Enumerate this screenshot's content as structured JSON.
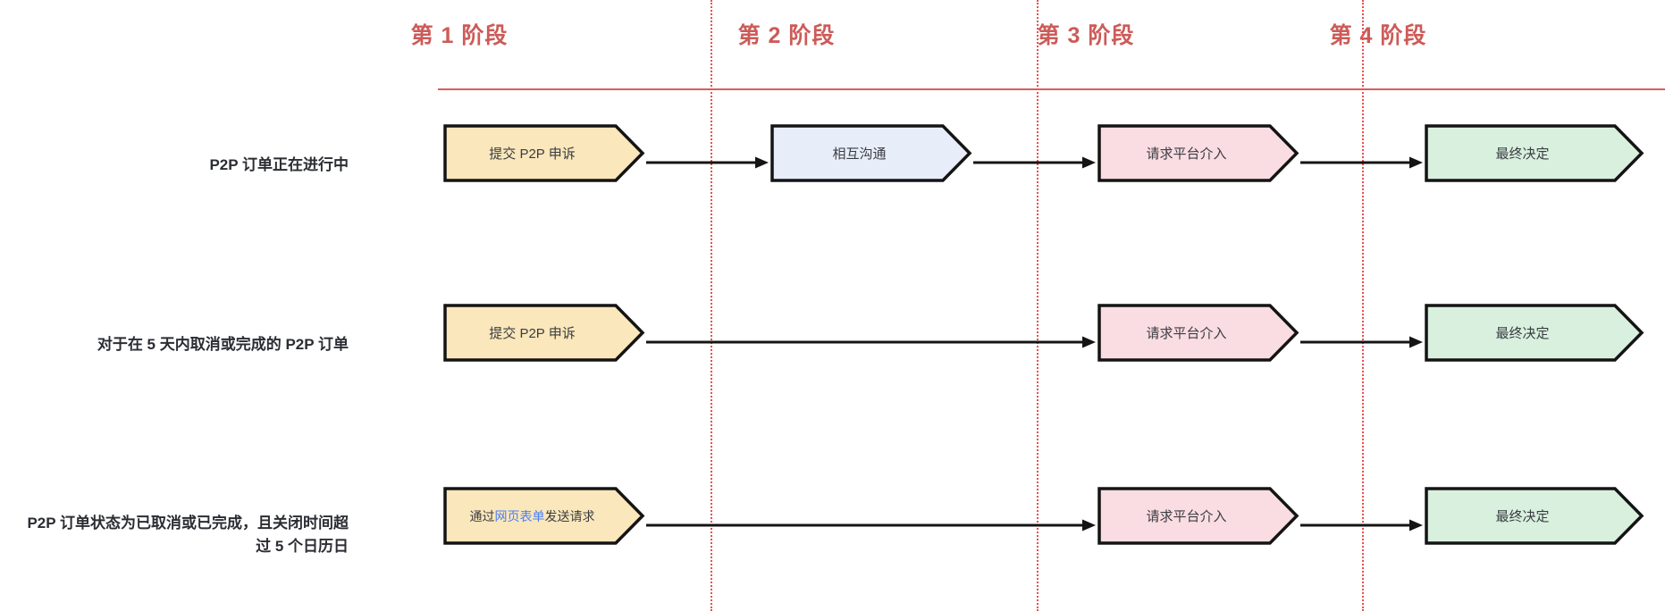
{
  "colors": {
    "stage_header": "#cc5b58",
    "stage_rule": "#d4605d",
    "divider": "#e8514f",
    "yellow_fill": "#fae7bb",
    "blue_fill": "#e8eef9",
    "pink_fill": "#fadde2",
    "green_fill": "#d9f0df",
    "outline": "#141414",
    "link": "#4a7ef5",
    "label_text": "#2b2d33"
  },
  "stages": [
    {
      "label": "第 1 阶段"
    },
    {
      "label": "第 2 阶段"
    },
    {
      "label": "第 3 阶段"
    },
    {
      "label": "第 4 阶段"
    }
  ],
  "rows": [
    {
      "label": "P2P 订单正在进行中",
      "steps": [
        {
          "text": "提交 P2P 申诉",
          "fill": "yellow"
        },
        {
          "text": "相互沟通",
          "fill": "blue"
        },
        {
          "text": "请求平台介入",
          "fill": "pink"
        },
        {
          "text": "最终决定",
          "fill": "green"
        }
      ]
    },
    {
      "label": "对于在 5 天内取消或完成的 P2P 订单",
      "steps": [
        {
          "text": "提交 P2P 申诉",
          "fill": "yellow"
        },
        {
          "text": "请求平台介入",
          "fill": "pink"
        },
        {
          "text": "最终决定",
          "fill": "green"
        }
      ]
    },
    {
      "label_line1": "P2P 订单状态为已取消或已完成，且关闭时间超",
      "label_line2": "过 5 个日历日",
      "steps": [
        {
          "text_prefix": "通过",
          "text_link": "网页表单",
          "text_suffix": "发送请求",
          "fill": "yellow"
        },
        {
          "text": "请求平台介入",
          "fill": "pink"
        },
        {
          "text": "最终决定",
          "fill": "green"
        }
      ]
    }
  ]
}
